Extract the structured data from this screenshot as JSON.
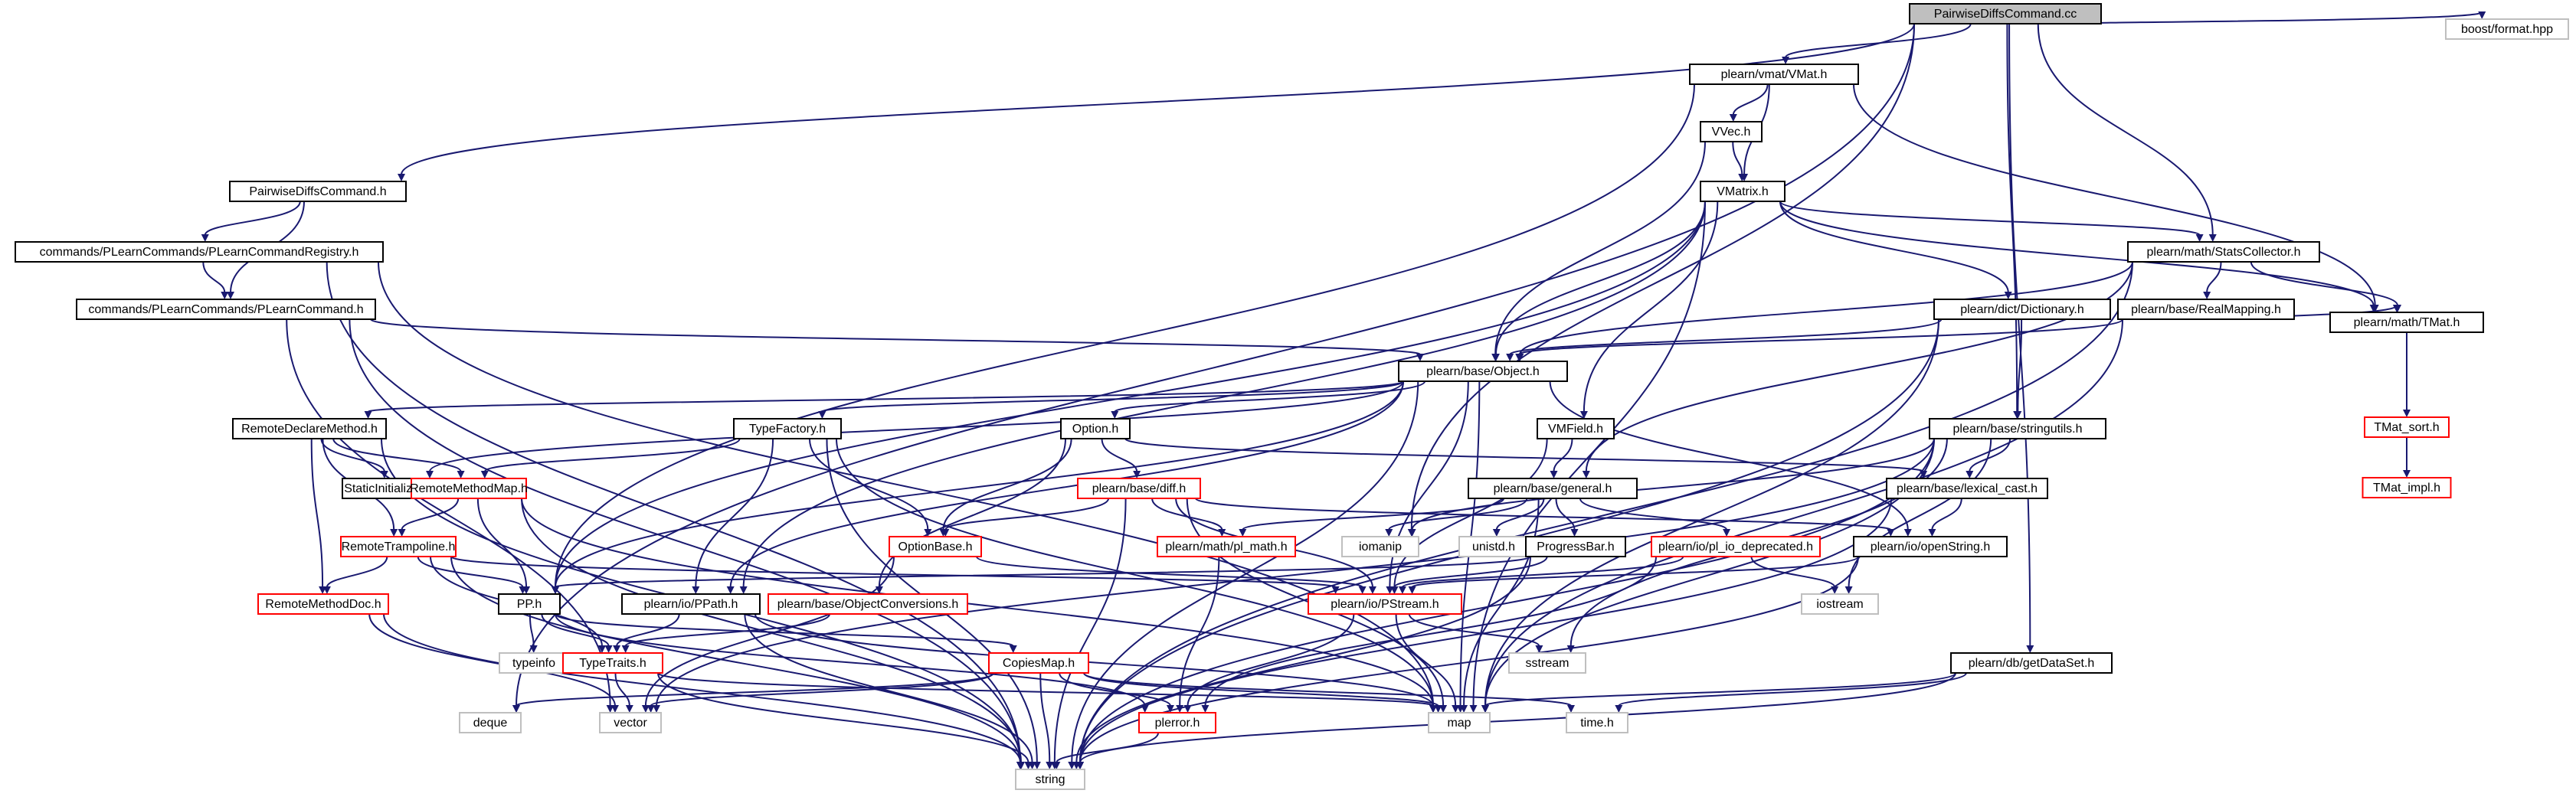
{
  "colors": {
    "edge": "#191970",
    "root_fill": "#bfbfbf",
    "box_black": "#000000",
    "box_red": "#ff0000",
    "box_gray": "#bfbfbf",
    "text": "#000000"
  },
  "nodes": [
    {
      "id": "root",
      "label": "PairwiseDiffsCommand.cc",
      "style": "root"
    },
    {
      "id": "boostformat",
      "label": "boost/format.hpp",
      "style": "gray"
    },
    {
      "id": "vmat",
      "label": "plearn/vmat/VMat.h",
      "style": "black"
    },
    {
      "id": "vvec",
      "label": "VVec.h",
      "style": "black"
    },
    {
      "id": "vmatrix",
      "label": "VMatrix.h",
      "style": "black"
    },
    {
      "id": "pdch",
      "label": "PairwiseDiffsCommand.h",
      "style": "black"
    },
    {
      "id": "registry",
      "label": "commands/PLearnCommands/PLearnCommandRegistry.h",
      "style": "black"
    },
    {
      "id": "plcmd",
      "label": "commands/PLearnCommands/PLearnCommand.h",
      "style": "black"
    },
    {
      "id": "statscoll",
      "label": "plearn/math/StatsCollector.h",
      "style": "black"
    },
    {
      "id": "dictionary",
      "label": "plearn/dict/Dictionary.h",
      "style": "black"
    },
    {
      "id": "realmapping",
      "label": "plearn/base/RealMapping.h",
      "style": "black"
    },
    {
      "id": "tmat",
      "label": "plearn/math/TMat.h",
      "style": "black"
    },
    {
      "id": "object",
      "label": "plearn/base/Object.h",
      "style": "black"
    },
    {
      "id": "tmatsort",
      "label": "TMat_sort.h",
      "style": "red"
    },
    {
      "id": "tmatimpl",
      "label": "TMat_impl.h",
      "style": "red"
    },
    {
      "id": "remotedeclare",
      "label": "RemoteDeclareMethod.h",
      "style": "black"
    },
    {
      "id": "typefactory",
      "label": "TypeFactory.h",
      "style": "black"
    },
    {
      "id": "option",
      "label": "Option.h",
      "style": "black"
    },
    {
      "id": "vmfield",
      "label": "VMField.h",
      "style": "black"
    },
    {
      "id": "stringutils",
      "label": "plearn/base/stringutils.h",
      "style": "black"
    },
    {
      "id": "staticinit",
      "label": "StaticInitializer.h",
      "style": "black"
    },
    {
      "id": "remotemethodmap",
      "label": "RemoteMethodMap.h",
      "style": "red"
    },
    {
      "id": "diff",
      "label": "plearn/base/diff.h",
      "style": "red"
    },
    {
      "id": "general",
      "label": "plearn/base/general.h",
      "style": "black"
    },
    {
      "id": "lexicalcast",
      "label": "plearn/base/lexical_cast.h",
      "style": "black"
    },
    {
      "id": "remotetramp",
      "label": "RemoteTrampoline.h",
      "style": "red"
    },
    {
      "id": "optionbase",
      "label": "OptionBase.h",
      "style": "red"
    },
    {
      "id": "plmath",
      "label": "plearn/math/pl_math.h",
      "style": "red"
    },
    {
      "id": "iomanip",
      "label": "iomanip",
      "style": "gray"
    },
    {
      "id": "unistd",
      "label": "unistd.h",
      "style": "gray"
    },
    {
      "id": "progressbar",
      "label": "ProgressBar.h",
      "style": "black"
    },
    {
      "id": "pliodep",
      "label": "plearn/io/pl_io_deprecated.h",
      "style": "red"
    },
    {
      "id": "openstring",
      "label": "plearn/io/openString.h",
      "style": "black"
    },
    {
      "id": "remotemethoddoc",
      "label": "RemoteMethodDoc.h",
      "style": "red"
    },
    {
      "id": "pph",
      "label": "PP.h",
      "style": "black"
    },
    {
      "id": "ppath",
      "label": "plearn/io/PPath.h",
      "style": "black"
    },
    {
      "id": "objconv",
      "label": "plearn/base/ObjectConversions.h",
      "style": "red"
    },
    {
      "id": "pstream",
      "label": "plearn/io/PStream.h",
      "style": "red"
    },
    {
      "id": "iostream",
      "label": "iostream",
      "style": "gray"
    },
    {
      "id": "typeinfo",
      "label": "typeinfo",
      "style": "gray"
    },
    {
      "id": "typetraits",
      "label": "TypeTraits.h",
      "style": "red"
    },
    {
      "id": "copiesmap",
      "label": "CopiesMap.h",
      "style": "red"
    },
    {
      "id": "sstream",
      "label": "sstream",
      "style": "gray"
    },
    {
      "id": "getdataset",
      "label": "plearn/db/getDataSet.h",
      "style": "black"
    },
    {
      "id": "deque",
      "label": "deque",
      "style": "gray"
    },
    {
      "id": "vector",
      "label": "vector",
      "style": "gray"
    },
    {
      "id": "map",
      "label": "map",
      "style": "gray"
    },
    {
      "id": "timeh",
      "label": "time.h",
      "style": "gray"
    },
    {
      "id": "plerror",
      "label": "plerror.h",
      "style": "red"
    },
    {
      "id": "string",
      "label": "string",
      "style": "gray"
    }
  ],
  "edges": [
    [
      "root",
      "boostformat"
    ],
    [
      "root",
      "vmat"
    ],
    [
      "root",
      "pdch"
    ],
    [
      "root",
      "statscoll"
    ],
    [
      "root",
      "stringutils"
    ],
    [
      "root",
      "getdataset"
    ],
    [
      "root",
      "iomanip"
    ],
    [
      "root",
      "deque"
    ],
    [
      "vmat",
      "vvec"
    ],
    [
      "vmat",
      "vmatrix"
    ],
    [
      "vmat",
      "tmat"
    ],
    [
      "vmat",
      "pph"
    ],
    [
      "vvec",
      "vmatrix"
    ],
    [
      "vvec",
      "object"
    ],
    [
      "vmatrix",
      "object"
    ],
    [
      "vmatrix",
      "statscoll"
    ],
    [
      "vmatrix",
      "dictionary"
    ],
    [
      "vmatrix",
      "vmfield"
    ],
    [
      "vmatrix",
      "tmat"
    ],
    [
      "vmatrix",
      "pph"
    ],
    [
      "vmatrix",
      "ppath"
    ],
    [
      "vmatrix",
      "map"
    ],
    [
      "pdch",
      "registry"
    ],
    [
      "pdch",
      "plcmd"
    ],
    [
      "registry",
      "plcmd"
    ],
    [
      "registry",
      "map"
    ],
    [
      "registry",
      "string"
    ],
    [
      "plcmd",
      "object"
    ],
    [
      "plcmd",
      "vector"
    ],
    [
      "plcmd",
      "string"
    ],
    [
      "statscoll",
      "object"
    ],
    [
      "statscoll",
      "realmapping"
    ],
    [
      "statscoll",
      "tmat"
    ],
    [
      "statscoll",
      "general"
    ],
    [
      "statscoll",
      "string"
    ],
    [
      "dictionary",
      "object"
    ],
    [
      "dictionary",
      "stringutils"
    ],
    [
      "dictionary",
      "map"
    ],
    [
      "dictionary",
      "string"
    ],
    [
      "realmapping",
      "object"
    ],
    [
      "realmapping",
      "tmat"
    ],
    [
      "realmapping",
      "map"
    ],
    [
      "tmat",
      "tmatsort"
    ],
    [
      "tmatsort",
      "tmatimpl"
    ],
    [
      "object",
      "remotedeclare"
    ],
    [
      "object",
      "typefactory"
    ],
    [
      "object",
      "option"
    ],
    [
      "object",
      "staticinit"
    ],
    [
      "object",
      "openstring"
    ],
    [
      "object",
      "pph"
    ],
    [
      "object",
      "ppath"
    ],
    [
      "object",
      "pstream"
    ],
    [
      "object",
      "map"
    ],
    [
      "object",
      "string"
    ],
    [
      "remotedeclare",
      "staticinit"
    ],
    [
      "remotedeclare",
      "remotemethodmap"
    ],
    [
      "remotedeclare",
      "remotetramp"
    ],
    [
      "remotedeclare",
      "remotemethoddoc"
    ],
    [
      "remotedeclare",
      "string"
    ],
    [
      "typefactory",
      "remotemethodmap"
    ],
    [
      "typefactory",
      "optionbase"
    ],
    [
      "typefactory",
      "ppath"
    ],
    [
      "typefactory",
      "map"
    ],
    [
      "typefactory",
      "string"
    ],
    [
      "option",
      "diff"
    ],
    [
      "option",
      "optionbase"
    ],
    [
      "option",
      "objconv"
    ],
    [
      "option",
      "lexicalcast"
    ],
    [
      "vmfield",
      "general"
    ],
    [
      "vmfield",
      "pstream"
    ],
    [
      "stringutils",
      "lexicalcast"
    ],
    [
      "stringutils",
      "iomanip"
    ],
    [
      "stringutils",
      "iostream"
    ],
    [
      "stringutils",
      "sstream"
    ],
    [
      "stringutils",
      "map"
    ],
    [
      "stringutils",
      "vector"
    ],
    [
      "stringutils",
      "string"
    ],
    [
      "remotemethodmap",
      "remotetramp"
    ],
    [
      "remotemethodmap",
      "pph"
    ],
    [
      "remotemethodmap",
      "map"
    ],
    [
      "remotemethodmap",
      "string"
    ],
    [
      "diff",
      "optionbase"
    ],
    [
      "diff",
      "plmath"
    ],
    [
      "diff",
      "pstream"
    ],
    [
      "diff",
      "openstring"
    ],
    [
      "diff",
      "map"
    ],
    [
      "diff",
      "string"
    ],
    [
      "general",
      "plmath"
    ],
    [
      "general",
      "iomanip"
    ],
    [
      "general",
      "unistd"
    ],
    [
      "general",
      "progressbar"
    ],
    [
      "general",
      "pliodep"
    ],
    [
      "general",
      "map"
    ],
    [
      "lexicalcast",
      "openstring"
    ],
    [
      "lexicalcast",
      "string"
    ],
    [
      "remotetramp",
      "remotemethoddoc"
    ],
    [
      "remotetramp",
      "pph"
    ],
    [
      "remotetramp",
      "typetraits"
    ],
    [
      "remotetramp",
      "pstream"
    ],
    [
      "remotetramp",
      "string"
    ],
    [
      "optionbase",
      "pstream"
    ],
    [
      "optionbase",
      "vector"
    ],
    [
      "plmath",
      "plerror"
    ],
    [
      "progressbar",
      "pph"
    ],
    [
      "progressbar",
      "pstream"
    ],
    [
      "progressbar",
      "string"
    ],
    [
      "pliodep",
      "pstream"
    ],
    [
      "pliodep",
      "iostream"
    ],
    [
      "pliodep",
      "plerror"
    ],
    [
      "openstring",
      "pstream"
    ],
    [
      "openstring",
      "string"
    ],
    [
      "remotemethoddoc",
      "vector"
    ],
    [
      "remotemethoddoc",
      "string"
    ],
    [
      "pph",
      "typeinfo"
    ],
    [
      "pph",
      "typetraits"
    ],
    [
      "pph",
      "copiesmap"
    ],
    [
      "pph",
      "plerror"
    ],
    [
      "ppath",
      "typetraits"
    ],
    [
      "ppath",
      "map"
    ],
    [
      "ppath",
      "string"
    ],
    [
      "objconv",
      "typetraits"
    ],
    [
      "pstream",
      "sstream"
    ],
    [
      "pstream",
      "map"
    ],
    [
      "pstream",
      "plerror"
    ],
    [
      "typetraits",
      "vector"
    ],
    [
      "typetraits",
      "map"
    ],
    [
      "typetraits",
      "string"
    ],
    [
      "copiesmap",
      "deque"
    ],
    [
      "copiesmap",
      "vector"
    ],
    [
      "copiesmap",
      "map"
    ],
    [
      "copiesmap",
      "timeh"
    ],
    [
      "copiesmap",
      "plerror"
    ],
    [
      "copiesmap",
      "string"
    ],
    [
      "getdataset",
      "map"
    ],
    [
      "getdataset",
      "timeh"
    ],
    [
      "getdataset",
      "string"
    ],
    [
      "plerror",
      "string"
    ]
  ]
}
